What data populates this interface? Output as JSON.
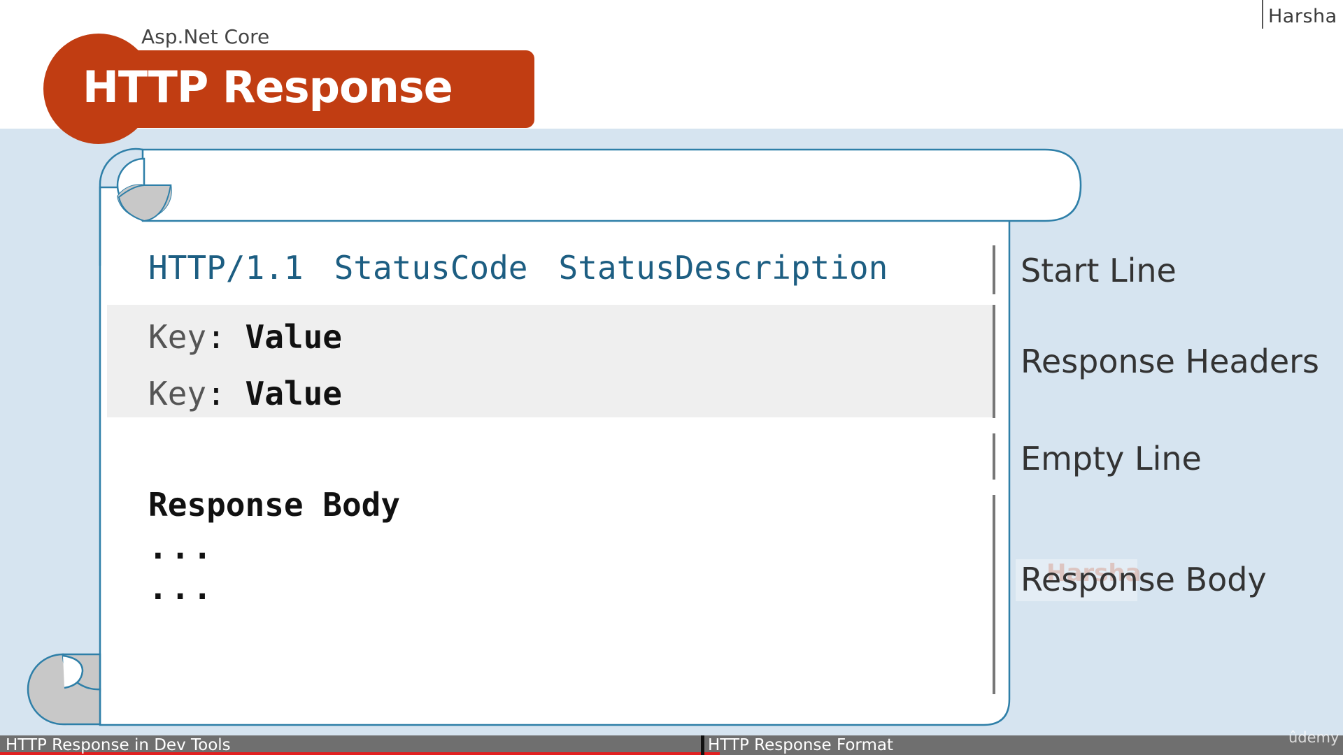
{
  "author": "Harsha",
  "course": "Asp.Net Core",
  "title": "HTTP Response",
  "start_line": {
    "version": "HTTP/1.1",
    "status_code": "StatusCode",
    "status_description": "StatusDescription"
  },
  "headers": [
    {
      "key": "Key",
      "sep": ":",
      "value": "Value"
    },
    {
      "key": "Key",
      "sep": ":",
      "value": "Value"
    }
  ],
  "body": {
    "title": "Response Body",
    "lines": [
      "...",
      "..."
    ]
  },
  "section_labels": {
    "start_line": "Start Line",
    "headers": "Response Headers",
    "empty_line": "Empty Line",
    "body": "Response Body"
  },
  "footer": {
    "previous": "HTTP Response in Dev Tools",
    "current": "HTTP Response Format",
    "brand": "ûdemy",
    "progress": 0.536
  },
  "watermark": "Harsha",
  "colors": {
    "accent": "#c13d12",
    "band": "#d6e4f0",
    "start_line_text": "#1d5e82",
    "scroll_border": "#2e7fa8",
    "curl": "#c8c8c8"
  }
}
